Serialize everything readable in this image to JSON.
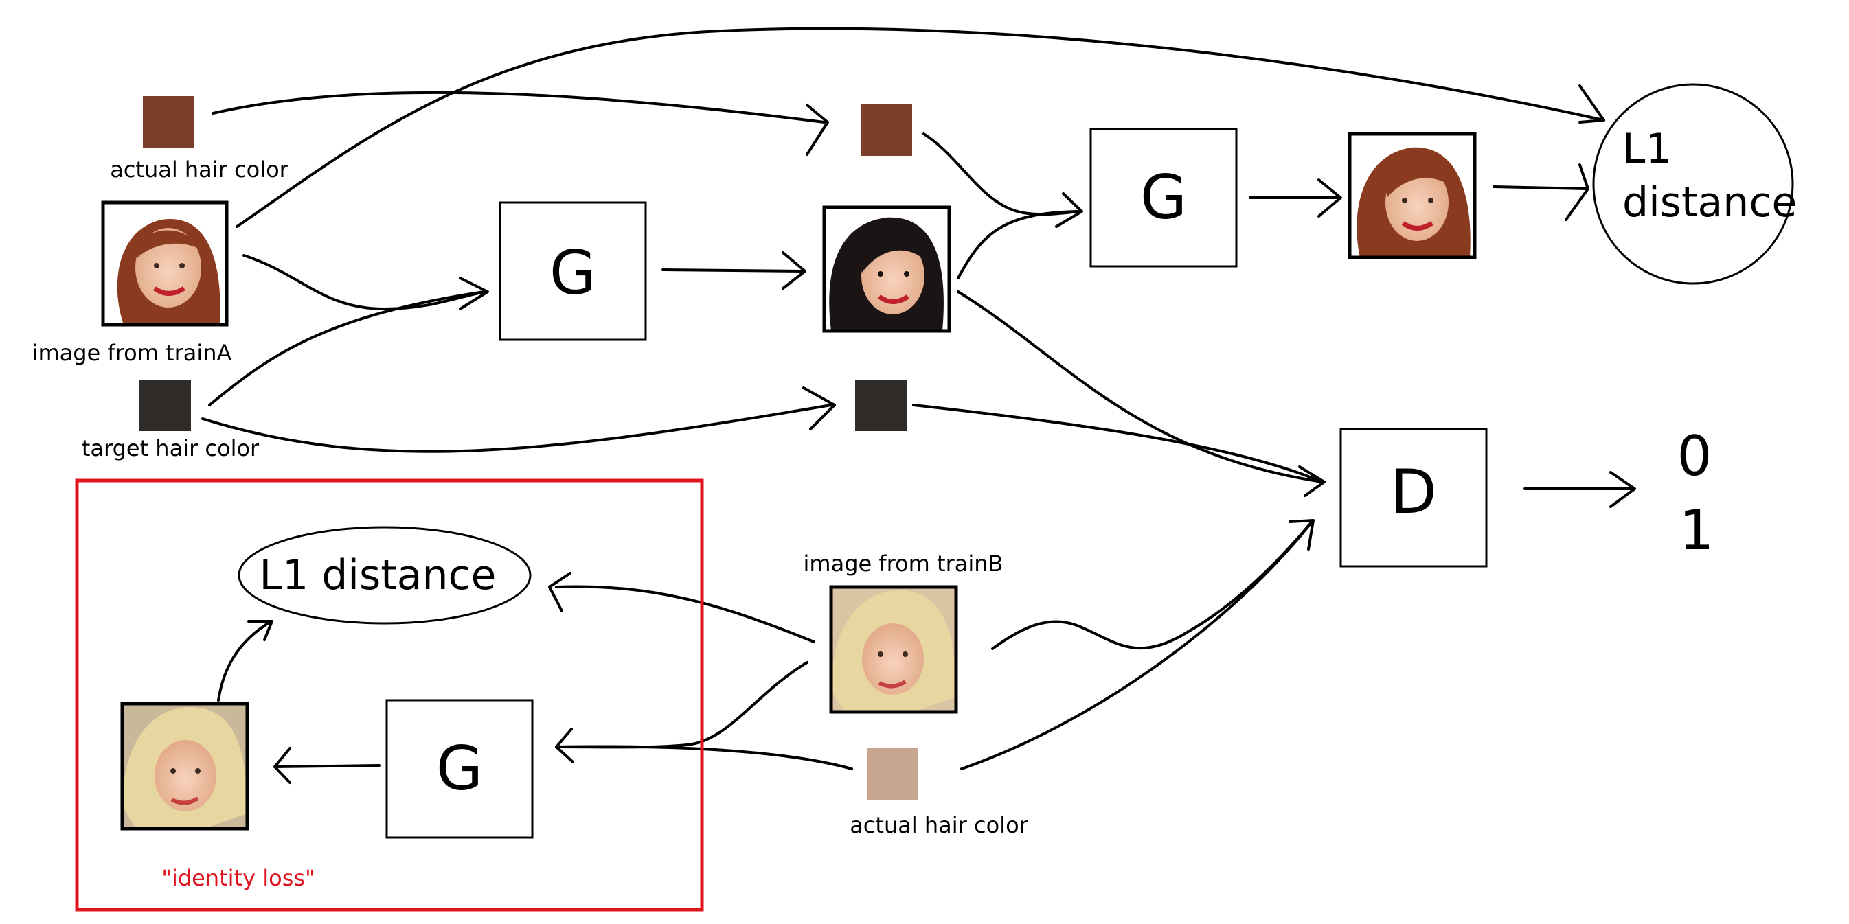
{
  "labels": {
    "actual_hair_color_a": "actual hair color",
    "image_from_trainA": "image from trainA",
    "target_hair_color": "target hair color",
    "image_from_trainB": "image from trainB",
    "actual_hair_color_b": "actual hair color",
    "identity_loss": "\"identity loss\""
  },
  "nodes": {
    "generator_symbol": "G",
    "discriminator_symbol": "D",
    "l1_distance_line1": "L1",
    "l1_distance_line2": "distance",
    "l1_distance_inline": "L1 distance",
    "output_0": "0",
    "output_1": "1"
  },
  "colors": {
    "brown_hair": "#7b3f2a",
    "black_hair": "#2f2b28",
    "blonde_swatch": "#c8a58f",
    "identity_box": "#e0141e",
    "photo_auburn_hair": "#8a3a1e",
    "photo_black_hair": "#1a1414",
    "photo_blonde_hair": "#e8d6a0",
    "skin_tone": "#f1c3a5"
  }
}
